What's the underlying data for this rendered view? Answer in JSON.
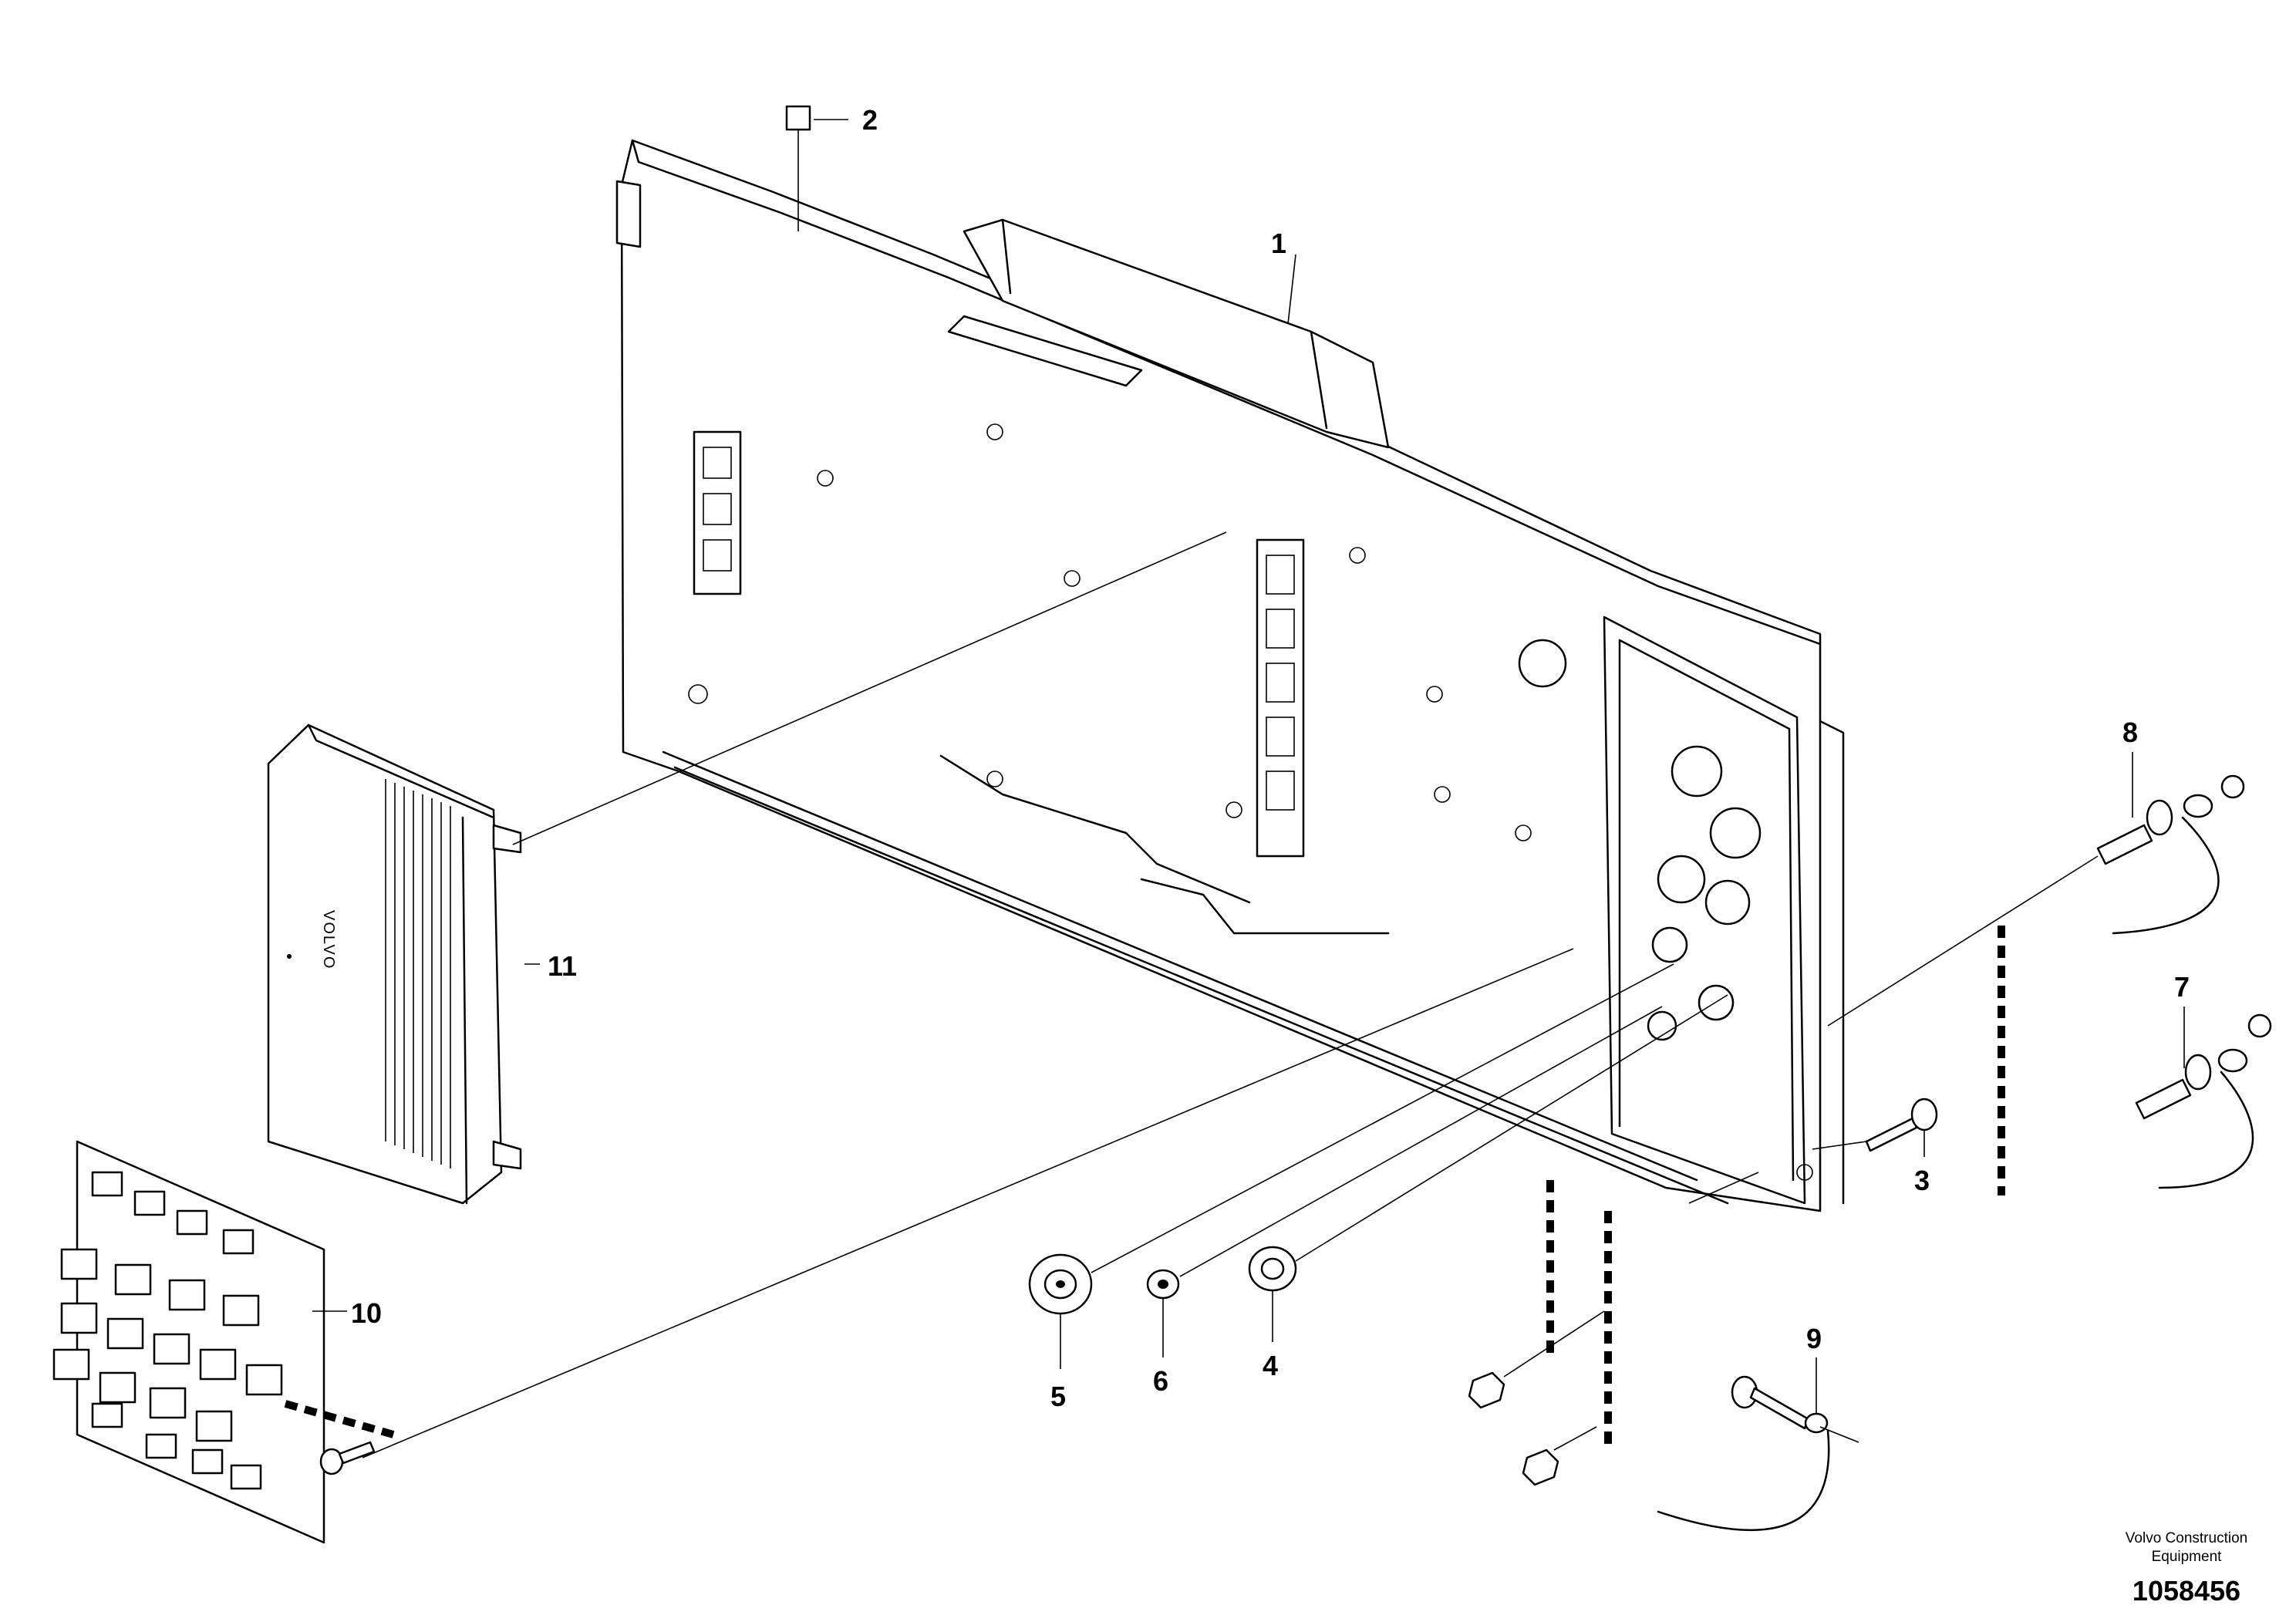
{
  "diagram": {
    "parts": [
      {
        "number": "1"
      },
      {
        "number": "2"
      },
      {
        "number": "3"
      },
      {
        "number": "4"
      },
      {
        "number": "5"
      },
      {
        "number": "6"
      },
      {
        "number": "7"
      },
      {
        "number": "8"
      },
      {
        "number": "9"
      },
      {
        "number": "10"
      },
      {
        "number": "11"
      }
    ],
    "module_logo": "VOLVO"
  },
  "footer": {
    "company_line1": "Volvo Construction",
    "company_line2": "Equipment",
    "drawing_number": "1058456"
  }
}
